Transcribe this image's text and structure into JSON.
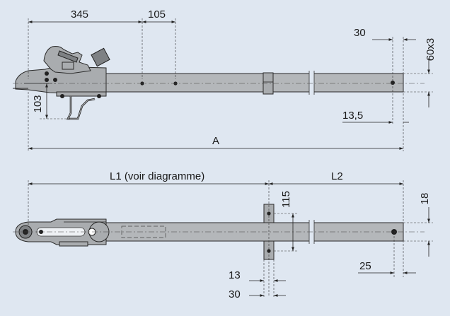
{
  "colors": {
    "background": "#dfe7f1",
    "bar": "#b4b7ba",
    "line": "#222222"
  },
  "top_view": {
    "dim_345": "345",
    "dim_105": "105",
    "dim_30": "30",
    "dim_60x3": "60x3",
    "dim_103": "103",
    "dim_13_5": "13,5",
    "dim_A": "A"
  },
  "plan_view": {
    "dim_L1": "L1 (voir diagramme)",
    "dim_L2": "L2",
    "dim_115": "115",
    "dim_18": "18",
    "dim_25": "25",
    "dim_13": "13",
    "dim_30": "30"
  }
}
